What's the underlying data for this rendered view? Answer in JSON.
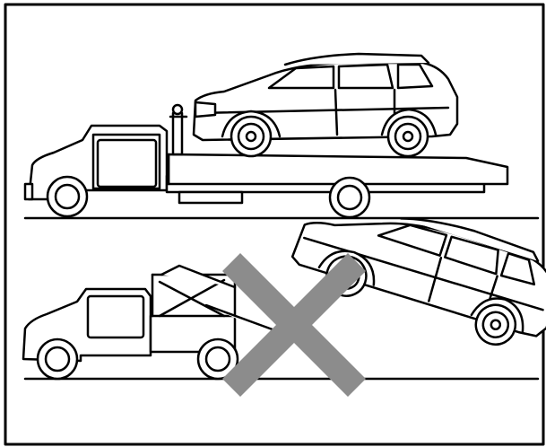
{
  "figure": {
    "panels": [
      {
        "id": "flatbed",
        "verdict": "allowed"
      },
      {
        "id": "tow-lift",
        "verdict": "prohibited"
      }
    ],
    "colors": {
      "line": "#000000",
      "background": "#ffffff",
      "prohibited_mark": "#8c8c8c"
    },
    "icons": [
      "flatbed-truck",
      "suv",
      "wheel-lift-tow-truck",
      "prohibited-x-icon"
    ]
  }
}
